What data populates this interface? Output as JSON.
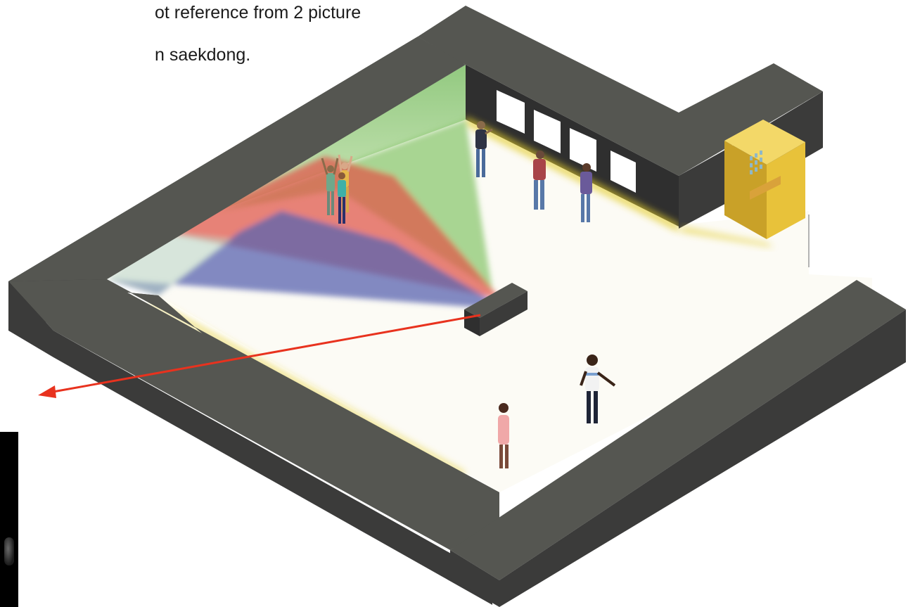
{
  "caption": {
    "line1": "ot reference from 2 picture",
    "line2": "n saekdong."
  },
  "colors": {
    "wall_top": "#555651",
    "wall_side": "#3b3b3a",
    "floor": "#fcfbf5",
    "window_wall": "#2f2f2f",
    "wall_glow": "#e3cc2c",
    "kiosk": "#e8c23a",
    "projection_blue": "#5a64b0",
    "projection_red": "#e05a4c",
    "projection_green": "#84c46a",
    "arrow": "#e8321e"
  },
  "icons": [
    "projector-box",
    "kiosk-machine",
    "wall-window",
    "person-figure"
  ]
}
